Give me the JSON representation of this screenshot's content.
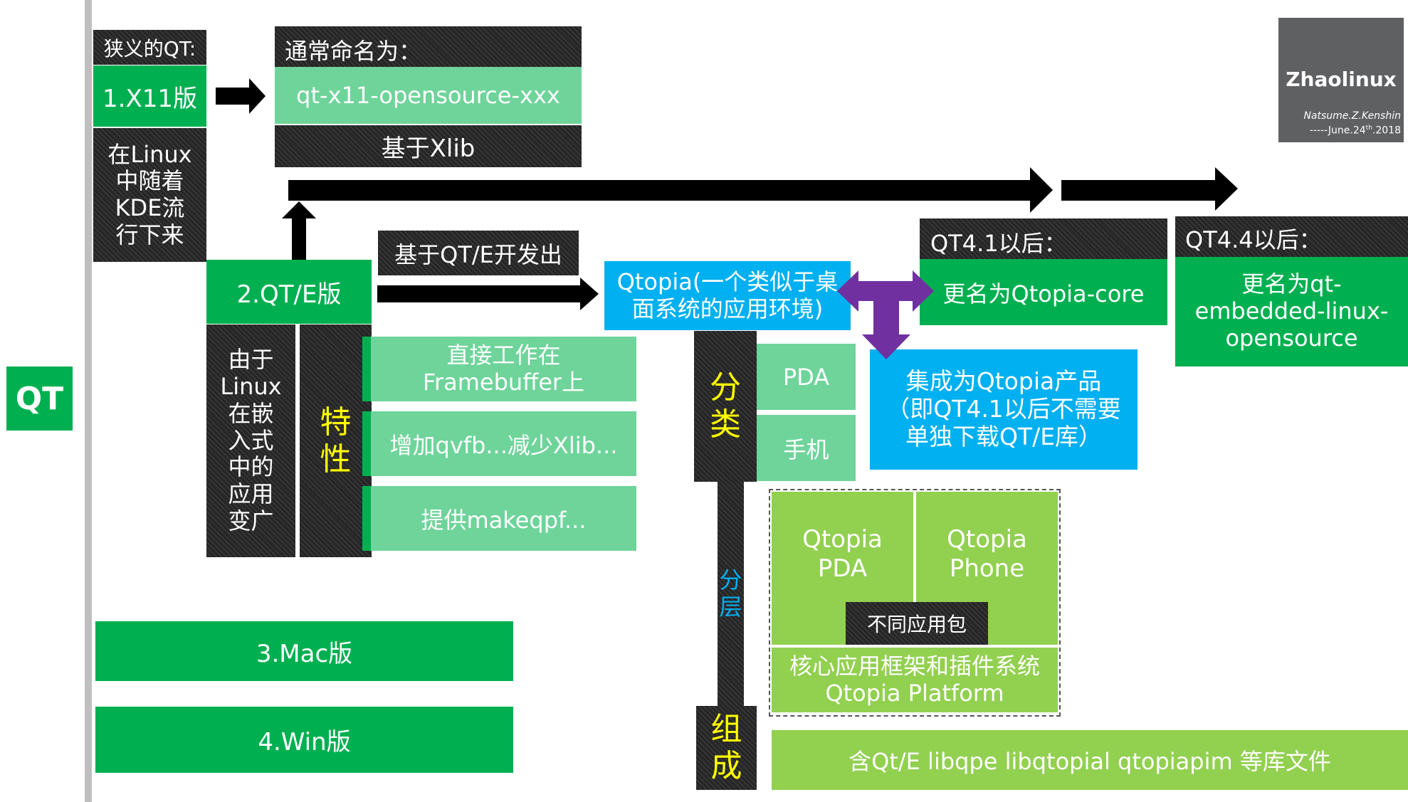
{
  "logo": {
    "title": "Zhaolinux",
    "author": "Natsume.Z.Kenshin",
    "date_prefix": "-----June.24",
    "date_sup": "th",
    "date_suffix": ".2018"
  },
  "root": {
    "label": "QT"
  },
  "narrow_qt": {
    "header": "狭义的QT:"
  },
  "x11": {
    "label": "1.X11版",
    "linux_note": "在Linux中随着KDE流行下来",
    "naming_header": "通常命名为：",
    "naming_value": "qt-x11-opensource-xxx",
    "base": "基于Xlib"
  },
  "qte": {
    "label": "2.QT/E版",
    "reason": "由于Linux在嵌入式中的应用变广",
    "features_label": "特性",
    "features": [
      "直接工作在Framebuffer上",
      "增加qvfb...减少Xlib...",
      "提供makeqpf..."
    ],
    "dev_label": "基于QT/E开发出"
  },
  "qtopia": {
    "desc": "Qtopia(一个类似于桌面系统的应用环境)",
    "category_label": "分类",
    "categories": [
      "PDA",
      "手机"
    ],
    "layer_label": "分层",
    "compose_label": "组成",
    "app_pda": "Qtopia PDA",
    "app_phone": "Qtopia Phone",
    "app_packages": "不同应用包",
    "core": "核心应用框架和插件系统 Qtopia Platform",
    "libs": "含Qt/E   libqpe  libqtopial qtopiapim 等库文件",
    "integrated": "集成为Qtopia产品（即QT4.1以后不需要单独下载QT/E库）"
  },
  "qt41": {
    "header": "QT4.1以后：",
    "rename": "更名为Qtopia-core"
  },
  "qt44": {
    "header": "QT4.4以后：",
    "rename": "更名为qt-embedded-linux-opensource"
  },
  "mac": {
    "label": "3.Mac版"
  },
  "win": {
    "label": "4.Win版"
  },
  "colors": {
    "green": "#00b050",
    "light_green": "#6ed49a",
    "cyan": "#00b0f0",
    "lime": "#92d050",
    "dark": "#262626",
    "purple": "#7030a0",
    "yellow": "#ffff00"
  }
}
